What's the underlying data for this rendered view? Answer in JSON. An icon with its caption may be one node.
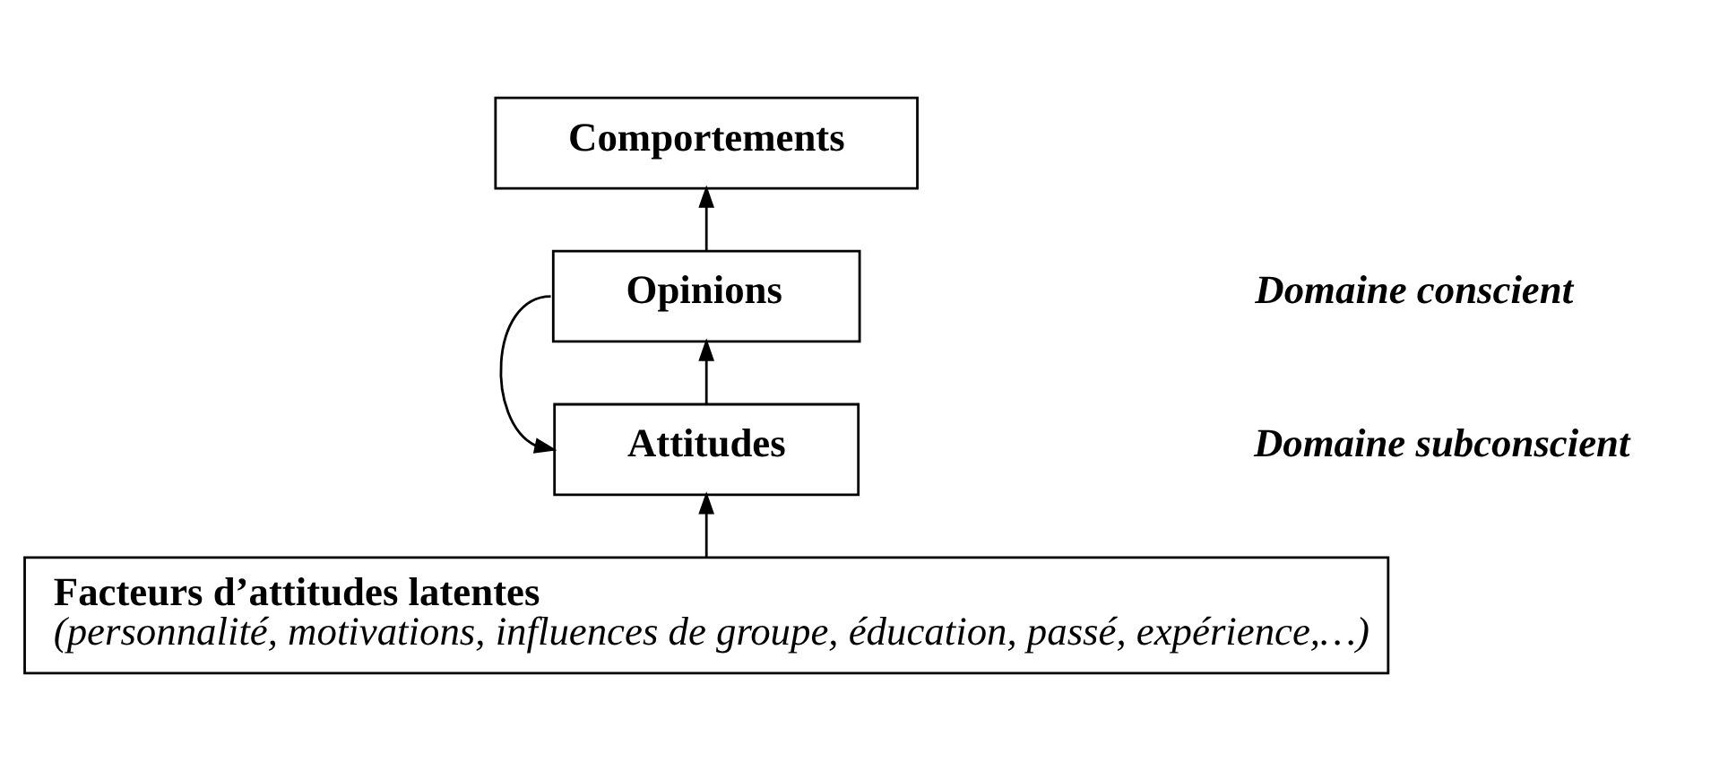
{
  "diagram": {
    "nodes": [
      {
        "text": [
          "Comportements"
        ]
      },
      {
        "text": [
          "Opinions"
        ]
      },
      {
        "text": [
          "Attitudes"
        ]
      },
      {
        "text": [
          "Facteurs d’attitudes latentes",
          "(personnalité, motivations, influences de groupe, éducation, passé, expérience,…)"
        ]
      }
    ],
    "edges": [
      {
        "from": 3,
        "to": 2,
        "arrow": "to"
      },
      {
        "from": 2,
        "to": 1,
        "arrow": "to"
      },
      {
        "from": 1,
        "to": 0,
        "arrow": "to"
      },
      {
        "from": 1,
        "to": 2,
        "arrow": "to"
      }
    ],
    "labels": [
      "Domaine conscient",
      "Domaine subconscient"
    ]
  }
}
